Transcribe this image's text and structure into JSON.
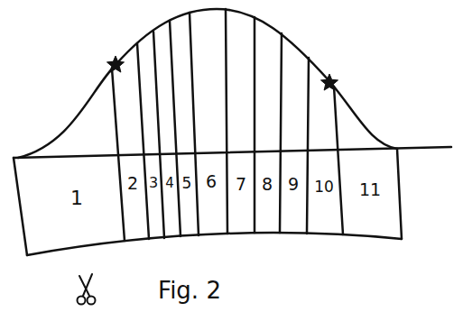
{
  "diagram": {
    "caption": "Fig. 2",
    "labels": [
      "1",
      "2",
      "3",
      "4",
      "5",
      "6",
      "7",
      "8",
      "9",
      "10",
      "11"
    ]
  }
}
